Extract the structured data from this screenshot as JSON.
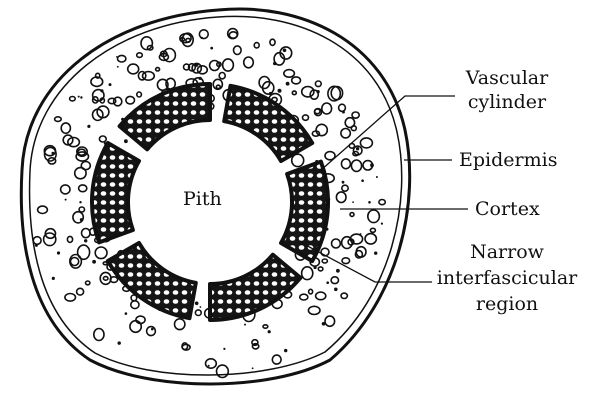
{
  "diagram": {
    "labels": {
      "pith": "Pith",
      "vascular_cylinder": [
        "Vascular",
        "cylinder"
      ],
      "epidermis": "Epidermis",
      "cortex": "Cortex",
      "interfascicular": [
        "Narrow",
        "interfascicular",
        "region"
      ]
    }
  }
}
